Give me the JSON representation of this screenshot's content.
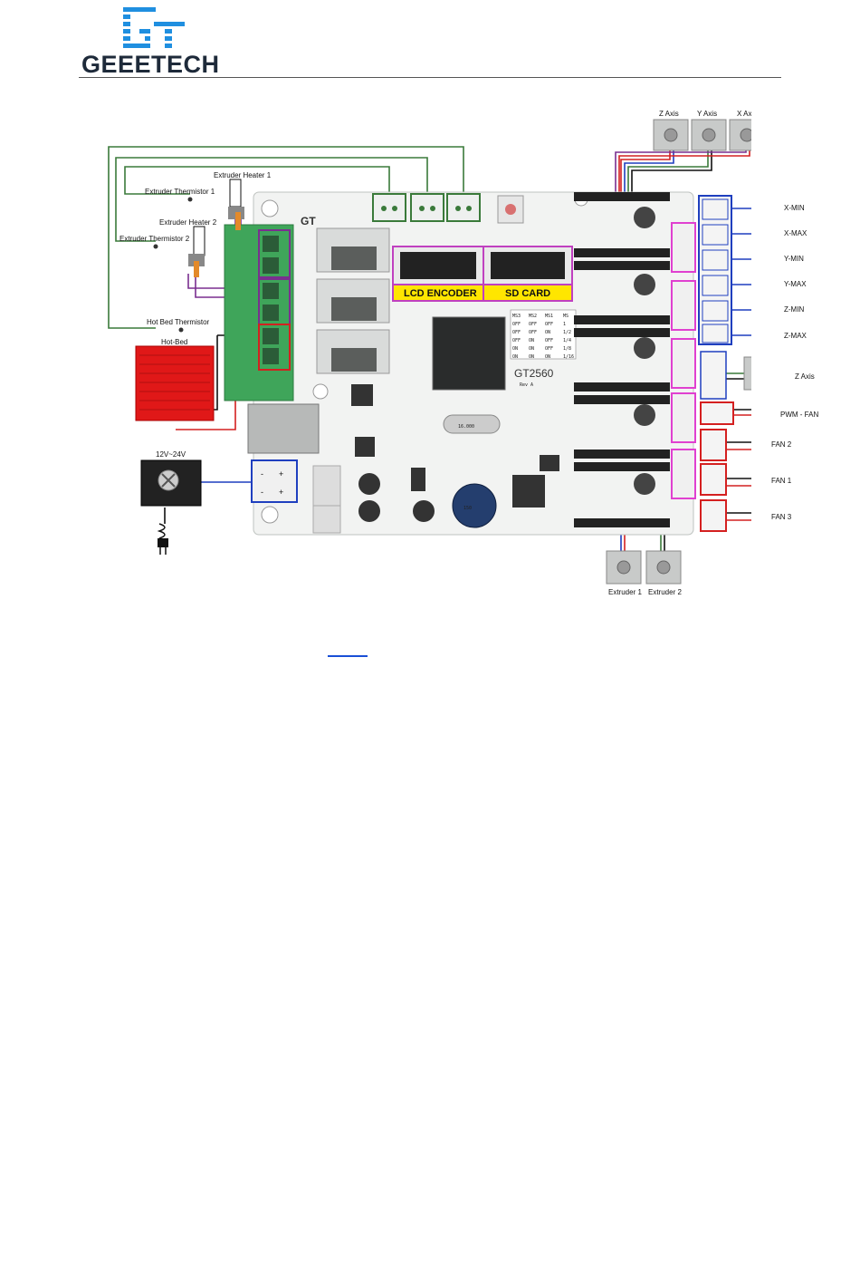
{
  "header": {
    "brand": "GEEETECH",
    "logo_mark": "GT",
    "accent_color": "#1f8fe0"
  },
  "diagram": {
    "board_name": "GT2560",
    "board_rev": "Rev A",
    "crystal_label": "16.000",
    "inductor_label": "150",
    "header_labels": {
      "lcd_encoder": "LCD ENCODER",
      "sd_card": "SD CARD"
    },
    "left_labels": {
      "extruder_heater_1": "Extruder Heater 1",
      "extruder_thermistor_1": "Extruder Thermistor 1",
      "extruder_heater_2": "Extruder Heater 2",
      "extruder_thermistor_2": "Extruder Thermistor 2",
      "hot_bed_thermistor": "Hot Bed Thermistor",
      "hot_bed": "Hot-Bed",
      "power_supply": "12V~24V"
    },
    "motor_labels": {
      "z_axis_top": "Z Axis",
      "y_axis": "Y Axis",
      "x_axis": "X Axis",
      "z_axis_right": "Z Axis",
      "extruder_1": "Extruder 1",
      "extruder_2": "Extruder 2"
    },
    "endstop_labels": [
      "X-MIN",
      "X-MAX",
      "Y-MIN",
      "Y-MAX",
      "Z-MIN",
      "Z-MAX"
    ],
    "fan_labels": {
      "pwm_fan": "PWM - FAN",
      "fan_2": "FAN 2",
      "fan_1": "FAN 1",
      "fan_3": "FAN 3"
    },
    "power_terminal": {
      "minus": "-",
      "plus": "+"
    },
    "microstep_table": {
      "headers": [
        "MS3",
        "MS2",
        "MS1",
        "MS"
      ],
      "rows": [
        [
          "OFF",
          "OFF",
          "OFF",
          "1"
        ],
        [
          "OFF",
          "OFF",
          "ON",
          "1/2"
        ],
        [
          "OFF",
          "ON",
          "OFF",
          "1/4"
        ],
        [
          "ON",
          "ON",
          "OFF",
          "1/8"
        ],
        [
          "ON",
          "ON",
          "ON",
          "1/16"
        ]
      ]
    },
    "wire_colors": {
      "green": "#3a7a3a",
      "purple": "#7a2f8f",
      "red": "#d42020",
      "blue": "#1f3fbf",
      "black": "#111111",
      "magenta": "#e040d0"
    }
  }
}
